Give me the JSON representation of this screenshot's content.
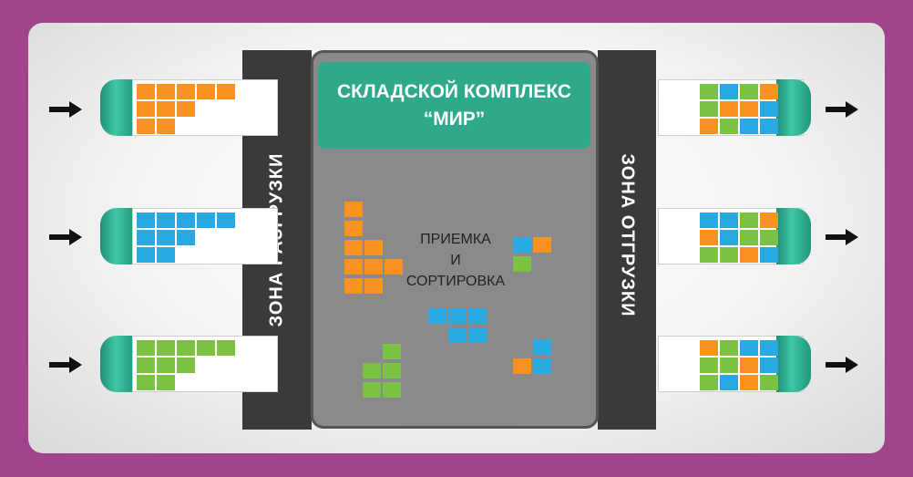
{
  "title": {
    "line1": "СКЛАДСКОЙ КОМПЛЕКС",
    "line2": "“МИР”"
  },
  "zones": {
    "unloading": "ЗОНА РАЗГРУЗКИ",
    "shipping": "ЗОНА ОТГРУЗКИ"
  },
  "process": {
    "line1": "ПРИЕМКА",
    "line2": "И",
    "line3": "СОРТИРОВКА"
  },
  "colors": {
    "background": "#a0448e",
    "orange": "#f7931e",
    "blue": "#29a9e1",
    "green": "#7bc143",
    "teal": "#2ea98a",
    "dark_zone": "#3a3a3a"
  },
  "trucks": {
    "inbound": [
      "orange",
      "blue",
      "green"
    ],
    "outbound": [
      "mixed",
      "mixed",
      "mixed"
    ]
  },
  "icons": {
    "arrow": "arrow-right-icon",
    "cargo": "cargo-block-icon"
  }
}
